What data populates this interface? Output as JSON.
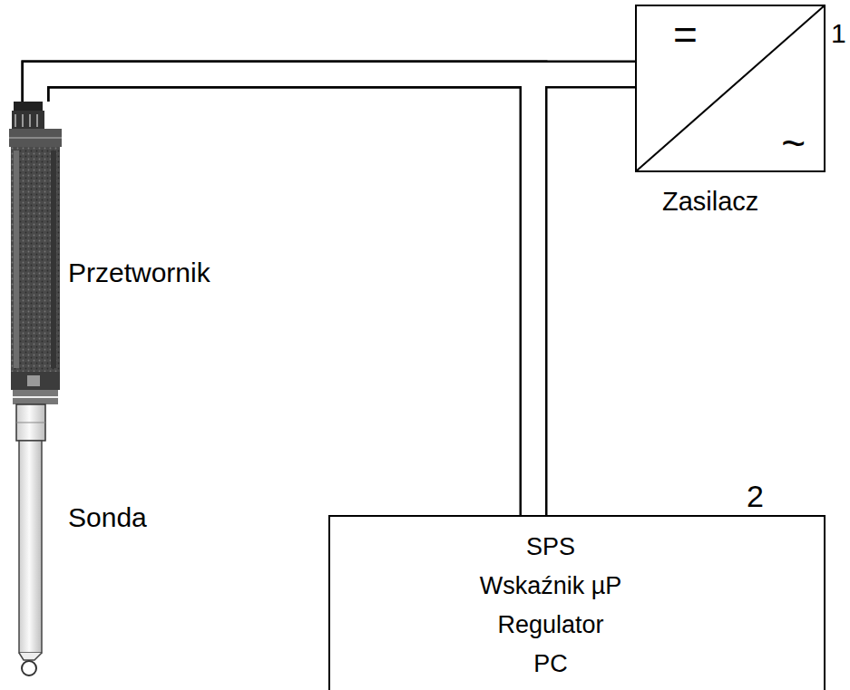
{
  "diagram": {
    "nodes": [
      {
        "text": [
          "=",
          "~",
          "Zasilacz"
        ]
      },
      {
        "text": [
          "Przetwornik"
        ]
      },
      {
        "text": [
          "SPS",
          "Wskaźnik µP",
          "Regulator",
          "PC"
        ]
      }
    ],
    "edges": [
      {
        "from": 1,
        "to": 0,
        "arrow": "none"
      },
      {
        "from": 1,
        "to": 2,
        "arrow": "none"
      }
    ],
    "labels": [
      "1",
      "2",
      "Sonda"
    ]
  }
}
